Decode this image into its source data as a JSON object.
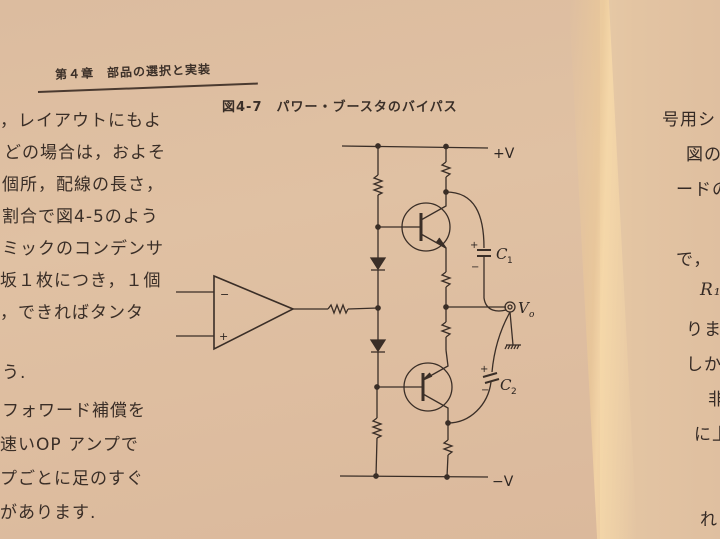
{
  "book": {
    "running_head": "第４章　部品の選択と実装",
    "figure_caption": "図4-7　パワー・ブースタのバイパス"
  },
  "left_page_text": [
    "，レイアウトにもよ",
    "どの場合は，およそ",
    "個所，配線の長さ，",
    "割合で図4-5のよう",
    "ミックのコンデンサ",
    "坂１枚につき，１個",
    "，できればタンタ",
    "う.",
    "フォワード補償を",
    "速いOP アンプで",
    "プごとに足のすぐ",
    "があります."
  ],
  "right_page_text": [
    "号用シ",
    "図の",
    "ードの",
    "で，",
    "R₁",
    "りま",
    "しか",
    "非",
    "に上",
    "れ"
  ],
  "circuit": {
    "labels": {
      "positive_rail": "+V",
      "negative_rail": "−V",
      "capacitor_1": "C",
      "capacitor_1_sub": "1",
      "capacitor_2": "C",
      "capacitor_2_sub": "2",
      "output": "V",
      "output_sub": "o",
      "opamp_inverting": "−",
      "opamp_noninverting": "+",
      "cap_plus": "+",
      "cap_minus": "−"
    },
    "components": [
      "op-amp",
      "input resistor",
      "2 bias resistors",
      "2 diodes",
      "NPN transistor",
      "PNP transistor",
      "2 collector resistors",
      "2 emitter resistors",
      "C1 bypass capacitor",
      "C2 bypass capacitor",
      "output terminal Vo",
      "ground"
    ]
  },
  "colors": {
    "paper": "#e0c1a3",
    "ink": "#3a2e27"
  }
}
